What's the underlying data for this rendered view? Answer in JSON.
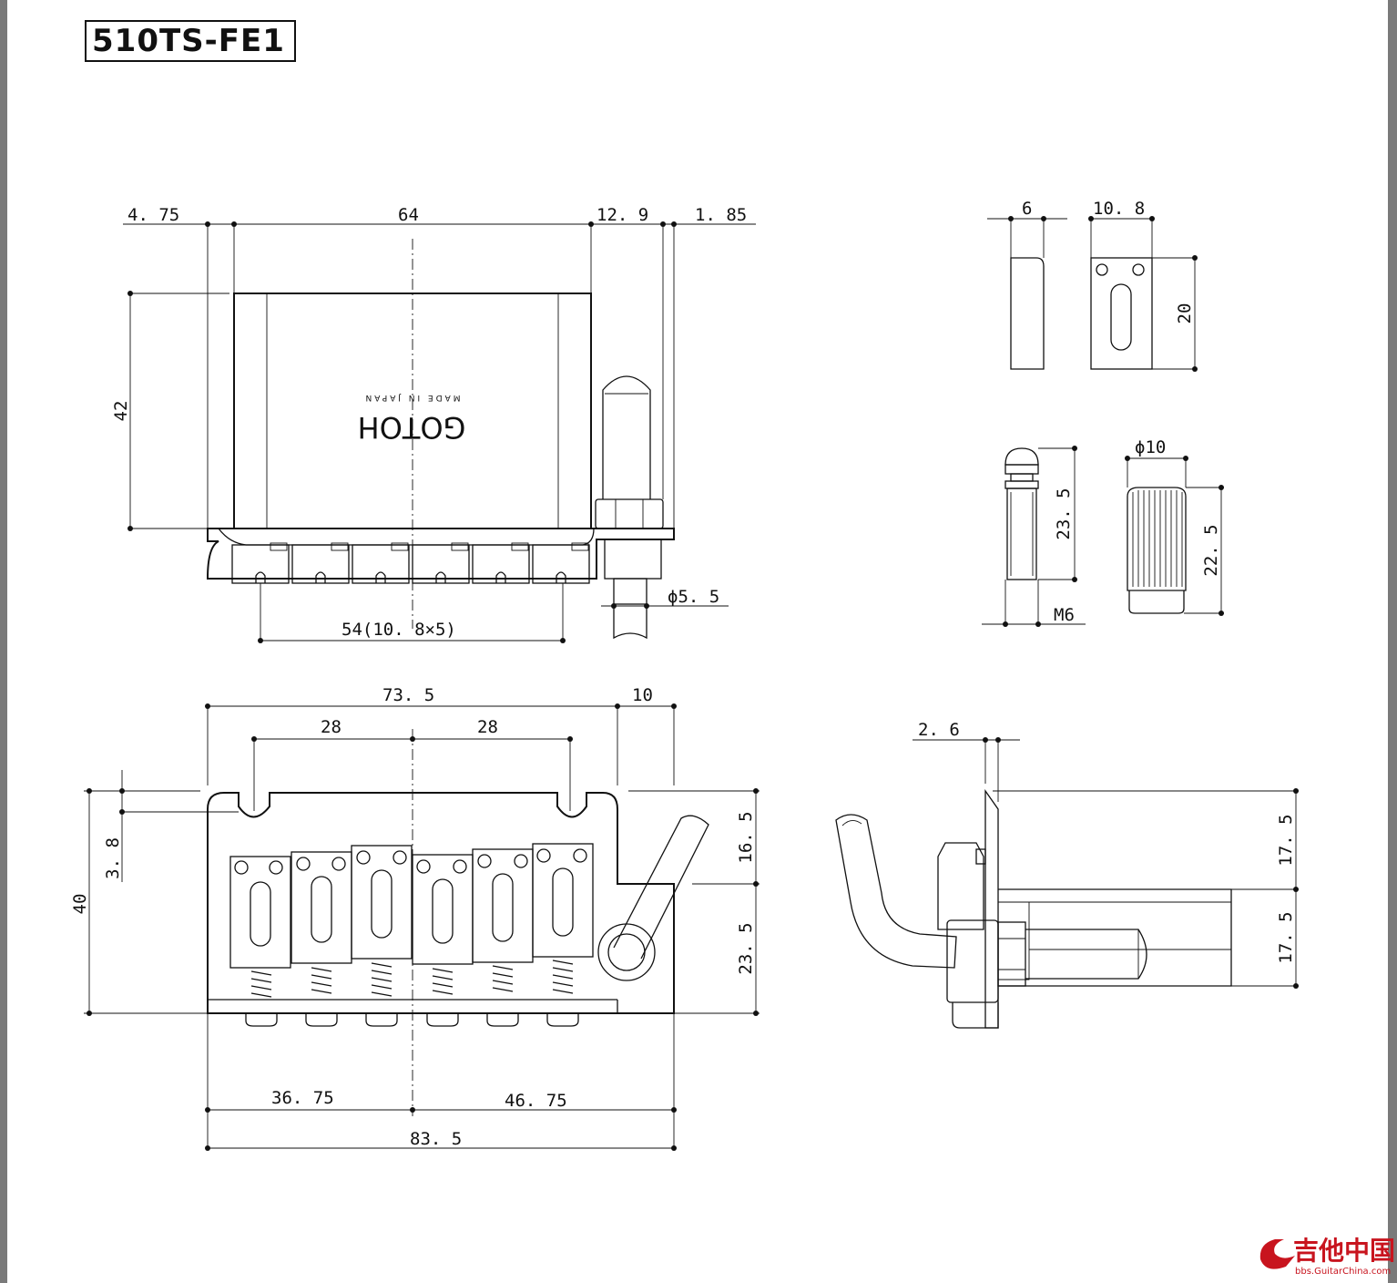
{
  "title": "510TS-FE1",
  "logo": "GOTOH",
  "made_in": "MADE IN JAPAN",
  "dims": {
    "top_d475": "4. 75",
    "top_d64": "64",
    "top_d129": "12. 9",
    "top_d185": "1. 85",
    "top_d42": "42",
    "top_d54": "54(10. 8×5)",
    "top_dia55": "ϕ5. 5",
    "saddle_d6": "6",
    "saddle_d108": "10. 8",
    "saddle_d20": "20",
    "post_d235": "23. 5",
    "post_m6": "M6",
    "knob_dia10": "ϕ10",
    "knob_d225": "22. 5",
    "bot_d735": "73. 5",
    "bot_d10": "10",
    "bot_d28a": "28",
    "bot_d28b": "28",
    "bot_d40": "40",
    "bot_d38": "3. 8",
    "bot_d165": "16. 5",
    "bot_d235": "23. 5",
    "bot_d3675": "36. 75",
    "bot_d4675": "46. 75",
    "bot_d835": "83. 5",
    "side_d26": "2. 6",
    "side_d175a": "17. 5",
    "side_d175b": "17. 5"
  },
  "watermark": {
    "text": "吉他中国",
    "sub": "bbs.GuitarChina.com"
  },
  "colors": {
    "ink": "#111111",
    "frame": "#7a7a7a",
    "watermark": "#c8141e"
  }
}
